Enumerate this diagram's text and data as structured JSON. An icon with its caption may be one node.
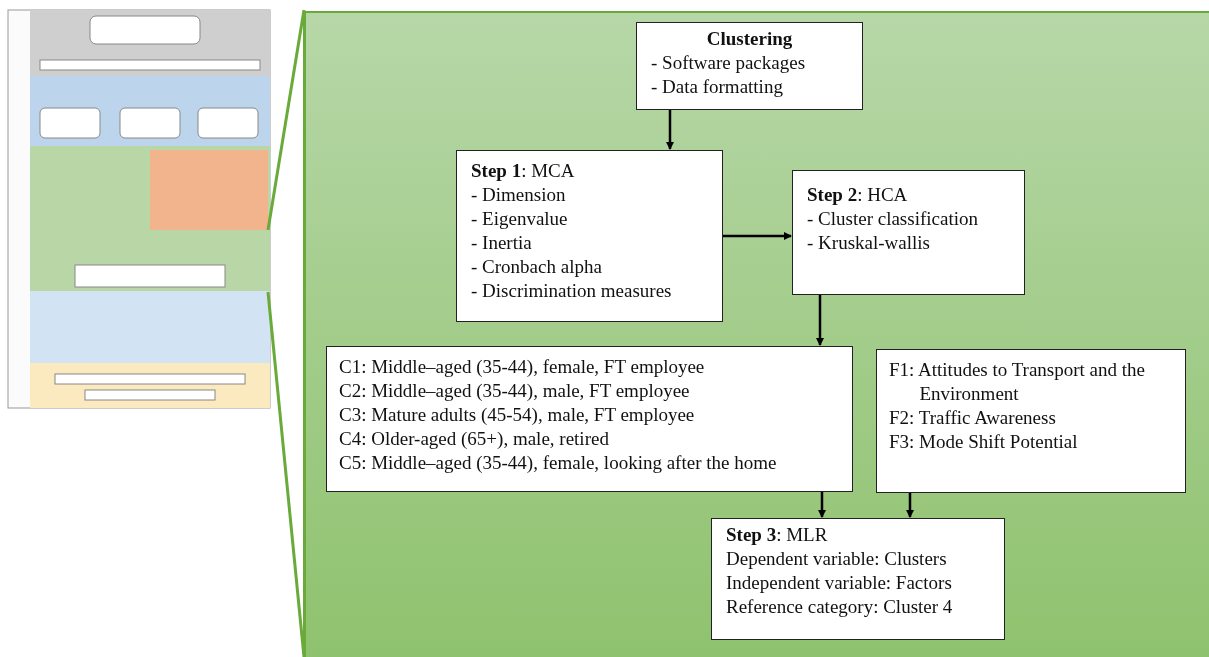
{
  "diagram": {
    "nodes": [
      {
        "text": [
          "Clustering",
          "- Software packages",
          "- Data formatting"
        ]
      },
      {
        "text": [
          "**Step 1**: MCA",
          "- Dimension",
          "- Eigenvalue",
          "- Inertia",
          "- Cronbach alpha",
          "- Discrimination measures"
        ]
      },
      {
        "text": [
          "**Step 2**: HCA",
          "- Cluster classification",
          "- Kruskal-wallis"
        ]
      },
      {
        "text": [
          "C1: Middle–aged (35-44), female, FT employee",
          "C2: Middle–aged (35-44), male, FT employee",
          "C3: Mature adults (45-54), male, FT employee",
          "C4: Older-aged (65+), male, retired",
          "C5: Middle–aged (35-44), female, looking after the home"
        ]
      },
      {
        "text": [
          "F1: Attitudes to Transport and the Environment",
          "F2: Traffic Awareness",
          "F3: Mode Shift Potential"
        ]
      },
      {
        "text": [
          "**Step 3**: MLR",
          "Dependent variable: Clusters",
          "Independent variable: Factors",
          "Reference category: Cluster 4"
        ]
      }
    ],
    "edges": [
      {
        "from": 0,
        "to": 1,
        "arrow": "to"
      },
      {
        "from": 1,
        "to": 2,
        "arrow": "to"
      },
      {
        "from": 2,
        "to": 3,
        "arrow": "to"
      },
      {
        "from": 3,
        "to": 5,
        "arrow": "to"
      },
      {
        "from": 4,
        "to": 5,
        "arrow": "to"
      }
    ]
  }
}
